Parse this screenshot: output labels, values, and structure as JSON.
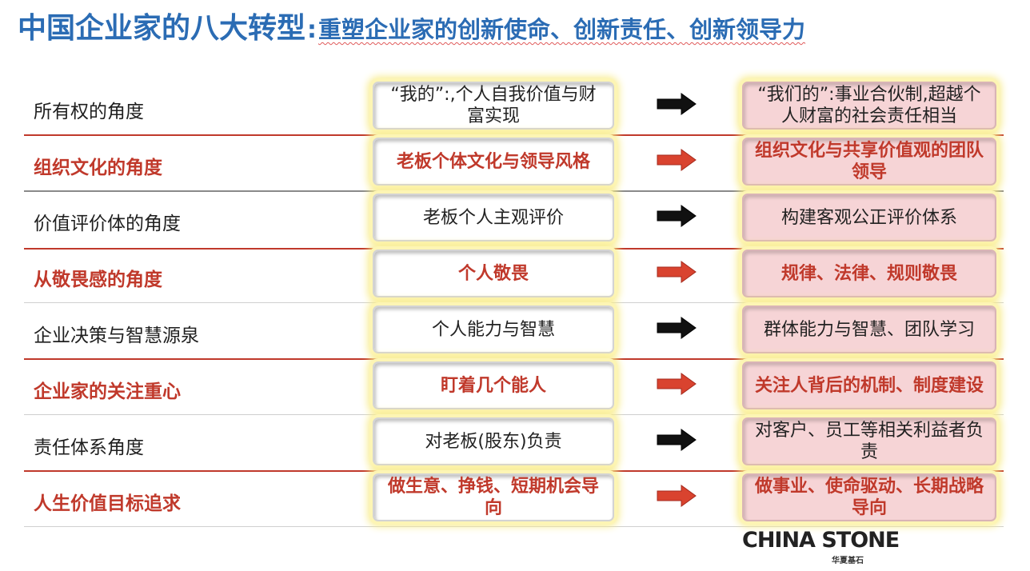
{
  "title": {
    "main": "中国企业家的八大转型",
    "colon": ":",
    "sub": "重塑企业家的创新使命、创新责任、创新领导力"
  },
  "colors": {
    "title": "#2b6cb4",
    "accent_red": "#c0392b",
    "right_box_bg": "#f6d4d6",
    "glow": "#f8ec8c"
  },
  "rows": [
    {
      "label": "所有权的角度",
      "from": "“我的”:,个人自我价值与财富实现",
      "to": "“我们的”:事业合伙制,超越个人财富的社会责任相当",
      "style": "black",
      "arrow_icon": "black-arrow-icon"
    },
    {
      "label": "组织文化的角度",
      "from": "老板个体文化与领导风格",
      "to": "组织文化与共享价值观的团队领导",
      "style": "red",
      "arrow_icon": "red-arrow-icon"
    },
    {
      "label": "价值评价体的角度",
      "from": "老板个人主观评价",
      "to": "构建客观公正评价体系",
      "style": "black",
      "arrow_icon": "black-arrow-icon"
    },
    {
      "label": "从敬畏感的角度",
      "from": "个人敬畏",
      "to": "规律、法律、规则敬畏",
      "style": "red",
      "arrow_icon": "red-arrow-icon"
    },
    {
      "label": "企业决策与智慧源泉",
      "from": "个人能力与智慧",
      "to": "群体能力与智慧、团队学习",
      "style": "black",
      "arrow_icon": "black-arrow-icon"
    },
    {
      "label": "企业家的关注重心",
      "from": "盯着几个能人",
      "to": "关注人背后的机制、制度建设",
      "style": "red",
      "arrow_icon": "red-arrow-icon"
    },
    {
      "label": "责任体系角度",
      "from": "对老板(股东)负责",
      "to": "对客户、员工等相关利益者负责",
      "style": "black",
      "arrow_icon": "black-arrow-icon"
    },
    {
      "label": "人生价值目标追求",
      "from": "做生意、挣钱、短期机会导向",
      "to": "做事业、使命驱动、长期战略导向",
      "style": "red",
      "arrow_icon": "red-arrow-icon"
    }
  ],
  "logo": {
    "en": "CHINA STONE",
    "cn": "华夏基石"
  }
}
